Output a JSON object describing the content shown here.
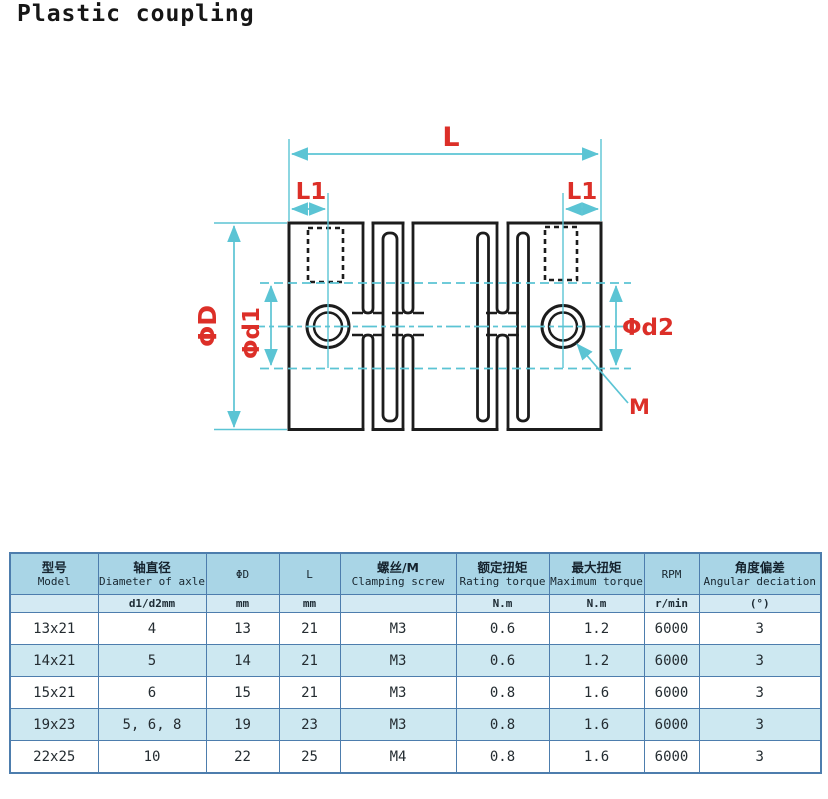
{
  "title": "Plastic coupling",
  "diagram": {
    "labels": {
      "L": "L",
      "L1_left": "L1",
      "L1_right": "L1",
      "phiD": "ΦD",
      "phid1": "Φd1",
      "phid2": "Φd2",
      "M": "M"
    },
    "colors": {
      "dimension_cyan": "#5bc4d4",
      "label_red": "#dc2f28",
      "outline_black": "#1c1c1c"
    }
  },
  "table": {
    "border_color": "#4d7dad",
    "header_bg": "#a9d5e6",
    "units_bg": "#d4eaf3",
    "alt_row_bg": "#cde8f1",
    "headers": [
      {
        "cn": "型号",
        "en": "Model"
      },
      {
        "cn": "轴直径",
        "en": "Diameter of axle"
      },
      {
        "cn": "",
        "en": "ΦD"
      },
      {
        "cn": "",
        "en": "L"
      },
      {
        "cn": "螺丝/M",
        "en": "Clamping screw"
      },
      {
        "cn": "额定扭矩",
        "en": "Rating torque"
      },
      {
        "cn": "最大扭矩",
        "en": "Maximum torque"
      },
      {
        "cn": "",
        "en": "RPM"
      },
      {
        "cn": "角度偏差",
        "en": "Angular deciation"
      }
    ],
    "units": [
      "",
      "d1/d2mm",
      "mm",
      "mm",
      "",
      "N.m",
      "N.m",
      "r/min",
      "(°)"
    ],
    "rows": [
      {
        "model": "13x21",
        "axle": "4",
        "d": "13",
        "l": "21",
        "screw": "M3",
        "rating": "0.6",
        "max": "1.2",
        "rpm": "6000",
        "angle": "3"
      },
      {
        "model": "14x21",
        "axle": "5",
        "d": "14",
        "l": "21",
        "screw": "M3",
        "rating": "0.6",
        "max": "1.2",
        "rpm": "6000",
        "angle": "3"
      },
      {
        "model": "15x21",
        "axle": "6",
        "d": "15",
        "l": "21",
        "screw": "M3",
        "rating": "0.8",
        "max": "1.6",
        "rpm": "6000",
        "angle": "3"
      },
      {
        "model": "19x23",
        "axle": "5, 6, 8",
        "d": "19",
        "l": "23",
        "screw": "M3",
        "rating": "0.8",
        "max": "1.6",
        "rpm": "6000",
        "angle": "3"
      },
      {
        "model": "22x25",
        "axle": "10",
        "d": "22",
        "l": "25",
        "screw": "M4",
        "rating": "0.8",
        "max": "1.6",
        "rpm": "6000",
        "angle": "3"
      }
    ]
  }
}
